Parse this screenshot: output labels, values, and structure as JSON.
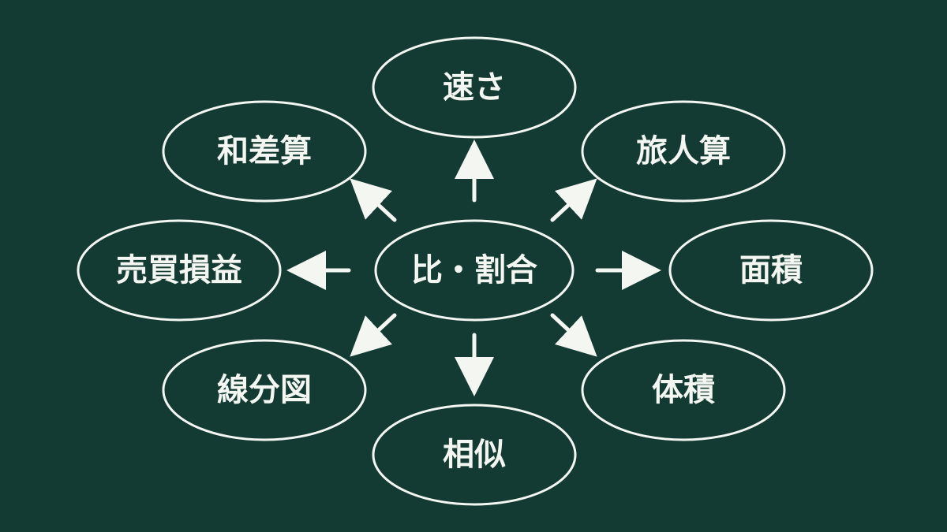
{
  "colors": {
    "board": "#143b33",
    "chalk": "#f4f6f2"
  },
  "diagram": {
    "center": {
      "id": "center",
      "label": "比・割合"
    },
    "nodes": [
      {
        "id": "speed",
        "label": "速さ"
      },
      {
        "id": "tabibito",
        "label": "旅人算"
      },
      {
        "id": "area",
        "label": "面積"
      },
      {
        "id": "volume",
        "label": "体積"
      },
      {
        "id": "similarity",
        "label": "相似"
      },
      {
        "id": "line-diagram",
        "label": "線分図"
      },
      {
        "id": "profit-loss",
        "label": "売買損益"
      },
      {
        "id": "wasa",
        "label": "和差算"
      }
    ],
    "edges": [
      {
        "from": "center",
        "to": "speed"
      },
      {
        "from": "center",
        "to": "tabibito"
      },
      {
        "from": "center",
        "to": "area"
      },
      {
        "from": "center",
        "to": "volume"
      },
      {
        "from": "center",
        "to": "similarity"
      },
      {
        "from": "center",
        "to": "line-diagram"
      },
      {
        "from": "center",
        "to": "profit-loss"
      },
      {
        "from": "center",
        "to": "wasa"
      }
    ]
  }
}
